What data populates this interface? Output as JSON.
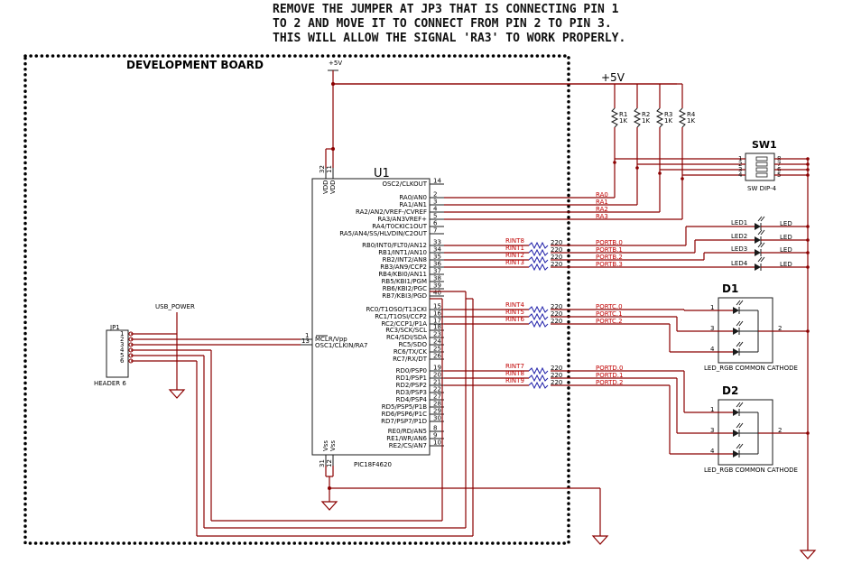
{
  "note": {
    "lines": [
      "REMOVE THE JUMPER AT JP3 THAT IS CONNECTING PIN 1",
      "TO 2 AND MOVE IT TO CONNECT FROM PIN 2 TO PIN 3.",
      "THIS WILL ALLOW THE SIGNAL 'RA3' TO WORK PROPERLY."
    ]
  },
  "dev_board": {
    "label": "DEVELOPMENT  BOARD"
  },
  "power": {
    "plus5v_small": "+5V",
    "plus5v_large": "+5V"
  },
  "u1": {
    "ref": "U1",
    "part": "PIC18F4620",
    "vdd_pins": [
      "32",
      "11"
    ],
    "vdd_labels": [
      "VDD",
      "VDD"
    ],
    "vss_pins": [
      "31",
      "12"
    ],
    "vss_labels": [
      "Vss",
      "Vss"
    ],
    "left_pins": [
      {
        "num": "1",
        "label": "MCLR/Vpp"
      },
      {
        "num": "13",
        "label": "OSC1/CLKIN/RA7"
      }
    ],
    "right_pins": [
      {
        "num": "14",
        "label": "OSC2/CLKOUT"
      },
      {
        "num": "2",
        "label": "RA0/AN0"
      },
      {
        "num": "3",
        "label": "RA1/AN1"
      },
      {
        "num": "4",
        "label": "RA2/AN2/VREF-/CVREF"
      },
      {
        "num": "5",
        "label": "RA3/AN3VREF+"
      },
      {
        "num": "6",
        "label": "RA4/T0CKIC1OUT"
      },
      {
        "num": "7",
        "label": "RA5/AN4/SS/HLVDIN/C2OUT"
      },
      {
        "num": "33",
        "label": "RB0/INT0/FLT0/AN12"
      },
      {
        "num": "34",
        "label": "RB1/INT1/AN10"
      },
      {
        "num": "35",
        "label": "RB2/INT2/AN8"
      },
      {
        "num": "36",
        "label": "RB3/AN9/CCP2"
      },
      {
        "num": "37",
        "label": "RB4/KBI0/AN11"
      },
      {
        "num": "38",
        "label": "RB5/KBI1/PGM"
      },
      {
        "num": "39",
        "label": "RB6/KBI2/PGC"
      },
      {
        "num": "40",
        "label": "RB7/KBI3/PGD"
      },
      {
        "num": "15",
        "label": "RC0/T1OSO/T13CKI"
      },
      {
        "num": "16",
        "label": "RC1/T1OSI/CCP2"
      },
      {
        "num": "17",
        "label": "RC2/CCP1/P1A"
      },
      {
        "num": "18",
        "label": "RC3/SCK/SCL"
      },
      {
        "num": "23",
        "label": "RC4/SDI/SDA"
      },
      {
        "num": "24",
        "label": "RC5/SDO"
      },
      {
        "num": "25",
        "label": "RC6/TX/CK"
      },
      {
        "num": "26",
        "label": "RC7/RX/DT"
      },
      {
        "num": "19",
        "label": "RD0/PSP0"
      },
      {
        "num": "20",
        "label": "RD1/PSP1"
      },
      {
        "num": "21",
        "label": "RD2/PSP2"
      },
      {
        "num": "22",
        "label": "RD3/PSP3"
      },
      {
        "num": "27",
        "label": "RD4/PSP4"
      },
      {
        "num": "28",
        "label": "RD5/PSP5/P1B"
      },
      {
        "num": "29",
        "label": "RD6/PSP6/P1C"
      },
      {
        "num": "30",
        "label": "RD7/PSP7/P1D"
      },
      {
        "num": "8",
        "label": "RE0/RD/AN5"
      },
      {
        "num": "9",
        "label": "RE1/WR/AN6"
      },
      {
        "num": "10",
        "label": "RE2/CS/AN7"
      }
    ]
  },
  "jp1": {
    "ref": "JP1",
    "part": "HEADER 6",
    "pins": [
      "1",
      "2",
      "3",
      "4",
      "5",
      "6"
    ],
    "net": "USB_POWER"
  },
  "resistors_pullup": [
    {
      "ref": "R1",
      "value": "1K"
    },
    {
      "ref": "R2",
      "value": "1K"
    },
    {
      "ref": "R3",
      "value": "1K"
    },
    {
      "ref": "R4",
      "value": "1K"
    }
  ],
  "sw1": {
    "ref": "SW1",
    "part": "SW DIP-4",
    "left_pins": [
      "1",
      "2",
      "3",
      "4"
    ],
    "right_pins": [
      "8",
      "7",
      "6",
      "5"
    ]
  },
  "ra_nets": [
    "RA0",
    "RA1",
    "RA2",
    "RA3"
  ],
  "portb_rows": [
    {
      "rint": "RINT8",
      "value": "220",
      "net": "PORTB.0",
      "led": "LED1",
      "led_label": "LED"
    },
    {
      "rint": "RINT1",
      "value": "220",
      "net": "PORTB.1",
      "led": "LED2",
      "led_label": "LED"
    },
    {
      "rint": "RINT2",
      "value": "220",
      "net": "PORTB.2",
      "led": "LED3",
      "led_label": "LED"
    },
    {
      "rint": "RINT3",
      "value": "220",
      "net": "PORTB.3",
      "led": "LED4",
      "led_label": "LED"
    }
  ],
  "portc_rows": [
    {
      "rint": "RINT4",
      "value": "220",
      "net": "PORTC.0"
    },
    {
      "rint": "RINT5",
      "value": "220",
      "net": "PORTC.1"
    },
    {
      "rint": "RINT6",
      "value": "220",
      "net": "PORTC.2"
    }
  ],
  "portd_rows": [
    {
      "rint": "RINT7",
      "value": "220",
      "net": "PORTD.0"
    },
    {
      "rint": "RINT8",
      "value": "220",
      "net": "PORTD.1"
    },
    {
      "rint": "RINT9",
      "value": "220",
      "net": "PORTD.2"
    }
  ],
  "d1": {
    "ref": "D1",
    "part": "LED_RGB COMMON CATHODE",
    "pins": [
      "1",
      "3",
      "4"
    ],
    "common": "2"
  },
  "d2": {
    "ref": "D2",
    "part": "LED_RGB COMMON CATHODE",
    "pins": [
      "1",
      "3",
      "4"
    ],
    "common": "2"
  },
  "colors": {
    "wire": "#8b0000",
    "net_label": "#c00000",
    "symbol": "#1a1a1a"
  }
}
